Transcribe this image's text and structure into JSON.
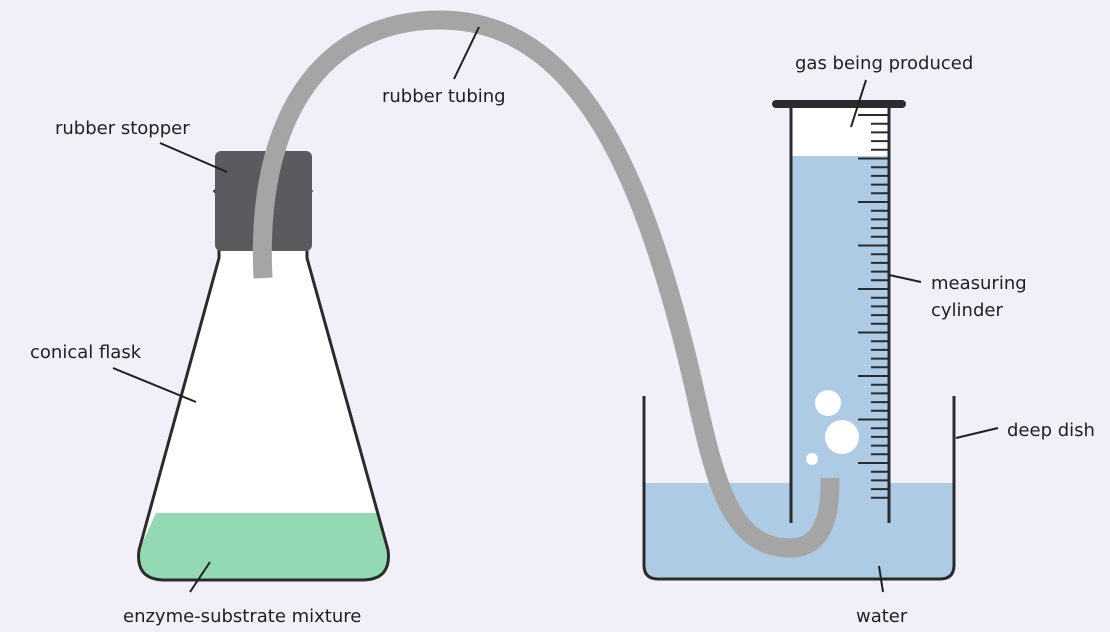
{
  "labels": {
    "rubber_stopper": "rubber stopper",
    "rubber_tubing": "rubber tubing",
    "gas_being_produced": "gas being produced",
    "measuring_cylinder_line1": "measuring",
    "measuring_cylinder_line2": "cylinder",
    "conical_flask": "conical flask",
    "deep_dish": "deep dish",
    "enzyme_substrate_mixture": "enzyme-substrate mixture",
    "water": "water"
  },
  "colors": {
    "background": "#f1eff8",
    "outline": "#2b2b2b",
    "stopper": "#5a5b5f",
    "tubing": "#a5a5a5",
    "mixture": "#93d9b4",
    "water": "#aecbe6",
    "white": "#ffffff"
  }
}
